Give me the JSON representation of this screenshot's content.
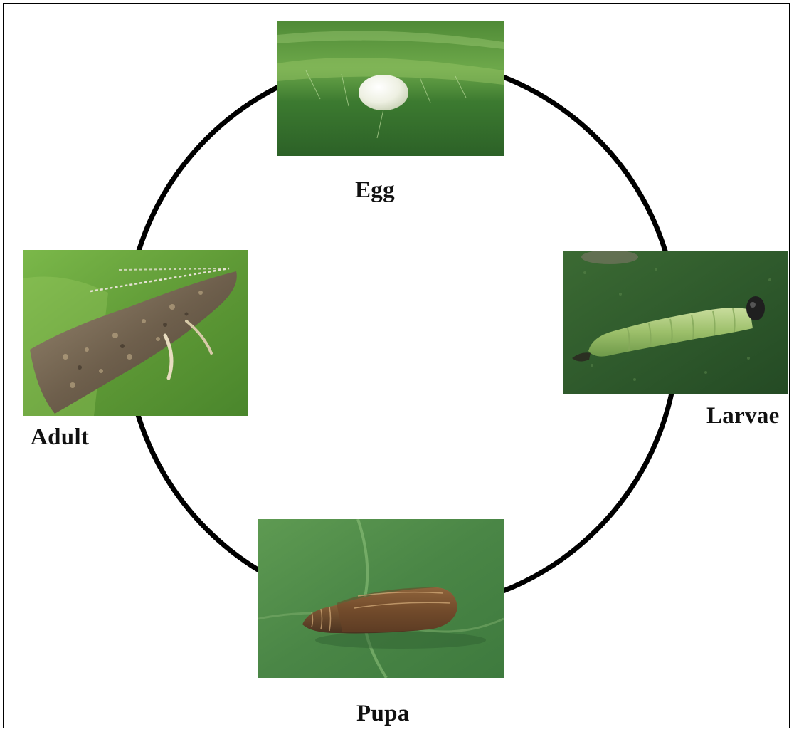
{
  "diagram": {
    "stages": [
      {
        "id": "egg",
        "label": "Egg",
        "picture": "egg-photo"
      },
      {
        "id": "larvae",
        "label": "Larvae",
        "picture": "caterpillar-photo"
      },
      {
        "id": "pupa",
        "label": "Pupa",
        "picture": "pupa-photo"
      },
      {
        "id": "adult",
        "label": "Adult",
        "picture": "moth-photo"
      }
    ]
  },
  "colors": {
    "cycle_line": "#000000",
    "leaf_dark": "#2f6b2a",
    "leaf_light": "#7ab24c",
    "label_text": "#111111"
  }
}
